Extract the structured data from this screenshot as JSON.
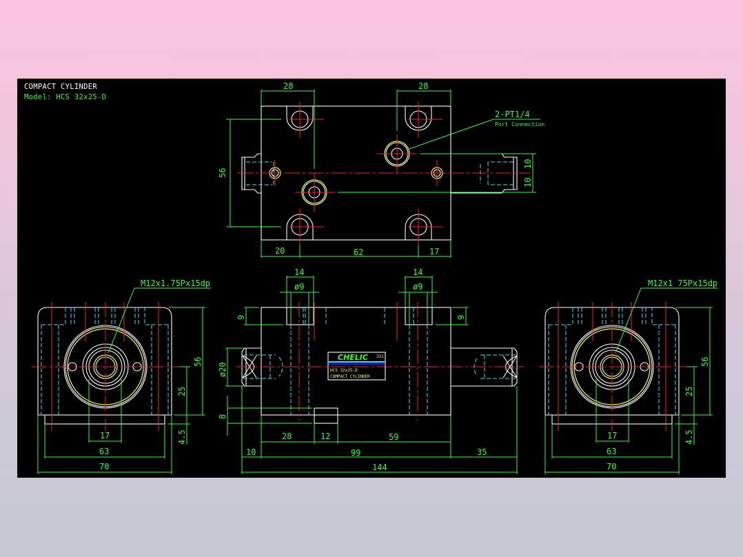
{
  "colors": {
    "outline": "#ffffff",
    "dimension": "#33ff33",
    "centerline": "#ff2020",
    "hidden": "#33e5ff",
    "thread": "#ffff33",
    "label_blue": "#1a1aff"
  },
  "title_block": {
    "title": "COMPACT CYLINDER",
    "model": "Model:  HCS  32x25-D"
  },
  "top_view": {
    "dims": {
      "top_left": "28",
      "top_right": "28",
      "height": "56",
      "port_offset_upper": "10",
      "port_offset_lower": "10",
      "bottom_left": "20",
      "bottom_mid": "62",
      "bottom_right": "17"
    },
    "callout": {
      "label": "2-PT1/4",
      "sublabel": "Port Connection"
    }
  },
  "front_view": {
    "dims": {
      "port_width_left": "14",
      "port_dia_left": "ø9",
      "port_width_right": "14",
      "port_dia_right": "ø9",
      "port_depth_left": "9",
      "port_depth_right": "9",
      "rod_dia": "ø20",
      "foot_height": "8",
      "seg_28": "28",
      "seg_12": "12",
      "seg_59": "59",
      "seg_10": "10",
      "seg_99": "99",
      "seg_35": "35",
      "overall": "144"
    },
    "nameplate": {
      "brand": "CHELIC",
      "code": "331",
      "model": "HCS 32x25-D",
      "desc": "COMPACT CYLINDER"
    }
  },
  "side_view_left": {
    "callout": "M12x1.75Px15dp",
    "dims": {
      "d17": "17",
      "d63": "63",
      "d70": "70",
      "d56": "56",
      "d25": "25",
      "d45": "4.5"
    }
  },
  "side_view_right": {
    "callout": "M12x1 75Px15dp",
    "dims": {
      "d17": "17",
      "d63": "63",
      "d70": "70",
      "d56": "56",
      "d25": "25",
      "d45": "4.5"
    }
  }
}
